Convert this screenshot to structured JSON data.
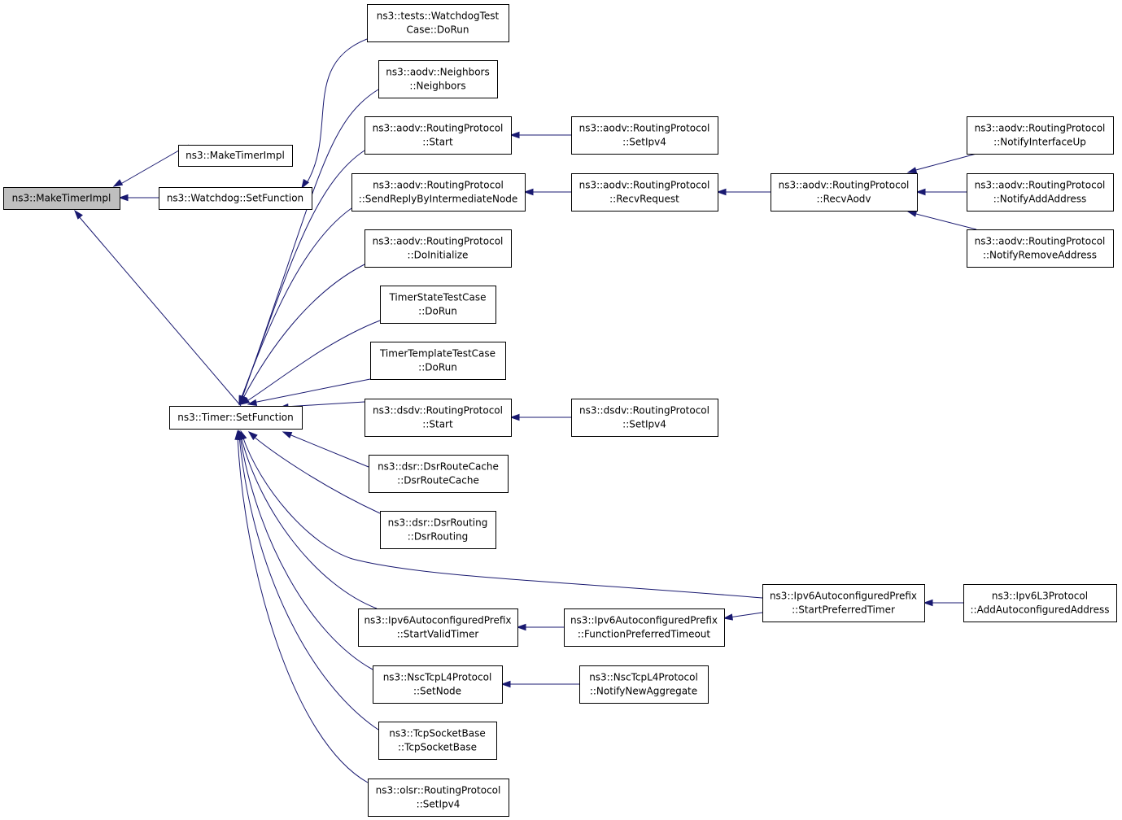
{
  "colors": {
    "edge": "#191970",
    "node_border": "#000000",
    "node_fill": "#ffffff",
    "root_fill": "#bfbfbf",
    "background": "#ffffff"
  },
  "nodes": [
    {
      "id": "root",
      "lines": [
        "ns3::MakeTimerImpl"
      ],
      "root": true
    },
    {
      "id": "mti2",
      "lines": [
        "ns3::MakeTimerImpl"
      ]
    },
    {
      "id": "wdsf",
      "lines": [
        "ns3::Watchdog::SetFunction"
      ]
    },
    {
      "id": "tsf",
      "lines": [
        "ns3::Timer::SetFunction"
      ]
    },
    {
      "id": "wdtest",
      "lines": [
        "ns3::tests::WatchdogTest",
        "Case::DoRun"
      ]
    },
    {
      "id": "neigh",
      "lines": [
        "ns3::aodv::Neighbors",
        "::Neighbors"
      ]
    },
    {
      "id": "aodvstart",
      "lines": [
        "ns3::aodv::RoutingProtocol",
        "::Start"
      ]
    },
    {
      "id": "sendreply",
      "lines": [
        "ns3::aodv::RoutingProtocol",
        "::SendReplyByIntermediateNode"
      ]
    },
    {
      "id": "doinit",
      "lines": [
        "ns3::aodv::RoutingProtocol",
        "::DoInitialize"
      ]
    },
    {
      "id": "tstate",
      "lines": [
        "TimerStateTestCase",
        "::DoRun"
      ]
    },
    {
      "id": "ttemplate",
      "lines": [
        "TimerTemplateTestCase",
        "::DoRun"
      ]
    },
    {
      "id": "dsdvstart",
      "lines": [
        "ns3::dsdv::RoutingProtocol",
        "::Start"
      ]
    },
    {
      "id": "dsrcache",
      "lines": [
        "ns3::dsr::DsrRouteCache",
        "::DsrRouteCache"
      ]
    },
    {
      "id": "dsrrouting",
      "lines": [
        "ns3::dsr::DsrRouting",
        "::DsrRouting"
      ]
    },
    {
      "id": "startvalid",
      "lines": [
        "ns3::Ipv6AutoconfiguredPrefix",
        "::StartValidTimer"
      ]
    },
    {
      "id": "nscsetnode",
      "lines": [
        "ns3::NscTcpL4Protocol",
        "::SetNode"
      ]
    },
    {
      "id": "tcpsock",
      "lines": [
        "ns3::TcpSocketBase",
        "::TcpSocketBase"
      ]
    },
    {
      "id": "olsr",
      "lines": [
        "ns3::olsr::RoutingProtocol",
        "::SetIpv4"
      ]
    },
    {
      "id": "aodvsetipv4",
      "lines": [
        "ns3::aodv::RoutingProtocol",
        "::SetIpv4"
      ]
    },
    {
      "id": "recvreq",
      "lines": [
        "ns3::aodv::RoutingProtocol",
        "::RecvRequest"
      ]
    },
    {
      "id": "recvaodv",
      "lines": [
        "ns3::aodv::RoutingProtocol",
        "::RecvAodv"
      ]
    },
    {
      "id": "notifyup",
      "lines": [
        "ns3::aodv::RoutingProtocol",
        "::NotifyInterfaceUp"
      ]
    },
    {
      "id": "notifyadd",
      "lines": [
        "ns3::aodv::RoutingProtocol",
        "::NotifyAddAddress"
      ]
    },
    {
      "id": "notifyremove",
      "lines": [
        "ns3::aodv::RoutingProtocol",
        "::NotifyRemoveAddress"
      ]
    },
    {
      "id": "dsdvsetipv4",
      "lines": [
        "ns3::dsdv::RoutingProtocol",
        "::SetIpv4"
      ]
    },
    {
      "id": "funcpref",
      "lines": [
        "ns3::Ipv6AutoconfiguredPrefix",
        "::FunctionPreferredTimeout"
      ]
    },
    {
      "id": "startpref",
      "lines": [
        "ns3::Ipv6AutoconfiguredPrefix",
        "::StartPreferredTimer"
      ]
    },
    {
      "id": "addauto",
      "lines": [
        "ns3::Ipv6L3Protocol",
        "::AddAutoconfiguredAddress"
      ]
    },
    {
      "id": "nscnotify",
      "lines": [
        "ns3::NscTcpL4Protocol",
        "::NotifyNewAggregate"
      ]
    }
  ],
  "edges": [
    {
      "from": "mti2",
      "to": "root"
    },
    {
      "from": "wdsf",
      "to": "root"
    },
    {
      "from": "tsf",
      "to": "root"
    },
    {
      "from": "wdtest",
      "to": "wdsf"
    },
    {
      "from": "neigh",
      "to": "tsf"
    },
    {
      "from": "aodvstart",
      "to": "tsf"
    },
    {
      "from": "sendreply",
      "to": "tsf"
    },
    {
      "from": "doinit",
      "to": "tsf"
    },
    {
      "from": "tstate",
      "to": "tsf"
    },
    {
      "from": "ttemplate",
      "to": "tsf"
    },
    {
      "from": "dsdvstart",
      "to": "tsf"
    },
    {
      "from": "dsrcache",
      "to": "tsf"
    },
    {
      "from": "dsrrouting",
      "to": "tsf"
    },
    {
      "from": "startpref",
      "to": "tsf"
    },
    {
      "from": "startvalid",
      "to": "tsf"
    },
    {
      "from": "nscsetnode",
      "to": "tsf"
    },
    {
      "from": "tcpsock",
      "to": "tsf"
    },
    {
      "from": "olsr",
      "to": "tsf"
    },
    {
      "from": "aodvsetipv4",
      "to": "aodvstart"
    },
    {
      "from": "recvreq",
      "to": "sendreply"
    },
    {
      "from": "recvaodv",
      "to": "recvreq"
    },
    {
      "from": "notifyup",
      "to": "recvaodv"
    },
    {
      "from": "notifyadd",
      "to": "recvaodv"
    },
    {
      "from": "notifyremove",
      "to": "recvaodv"
    },
    {
      "from": "dsdvsetipv4",
      "to": "dsdvstart"
    },
    {
      "from": "funcpref",
      "to": "startvalid"
    },
    {
      "from": "startpref",
      "to": "funcpref"
    },
    {
      "from": "addauto",
      "to": "startpref"
    },
    {
      "from": "nscnotify",
      "to": "nscsetnode"
    }
  ]
}
